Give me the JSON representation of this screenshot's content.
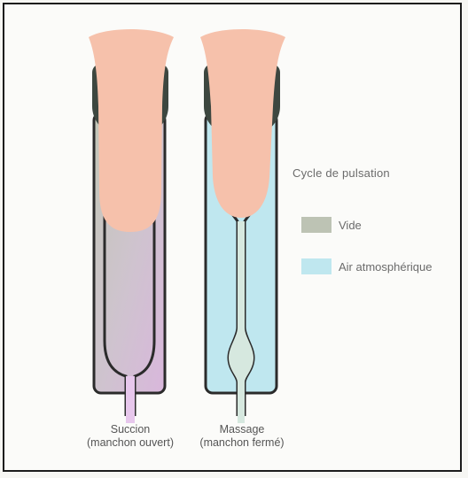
{
  "colors": {
    "teat": "#f6c1ab",
    "liner": "#2b2b2b",
    "rim": "#3d4740",
    "vacuum": "#c3c7b8",
    "vacuum_pink": "#d9b7dc",
    "air": "#bfe7ef",
    "tube_pink": "#e7c7ec"
  },
  "legend": {
    "title": "Cycle de pulsation",
    "items": [
      {
        "label": "Vide",
        "color": "#bdc3b4"
      },
      {
        "label": "Air atmosphérique",
        "color": "#bfe7ef"
      }
    ]
  },
  "cups": [
    {
      "title": "Succion",
      "subtitle": "(manchon ouvert)",
      "state": "open"
    },
    {
      "title": "Massage",
      "subtitle": "(manchon fermé)",
      "state": "closed"
    }
  ]
}
